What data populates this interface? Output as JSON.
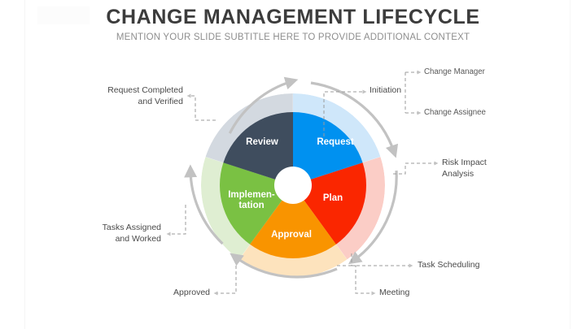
{
  "header": {
    "title": "CHANGE MANAGEMENT LIFECYCLE",
    "subtitle": "MENTION YOUR SLIDE SUBTITLE HERE TO PROVIDE ADDITIONAL CONTEXT"
  },
  "chart_data": {
    "type": "pie",
    "title": "CHANGE MANAGEMENT LIFECYCLE",
    "subtitle": "MENTION YOUR SLIDE SUBTITLE HERE TO PROVIDE ADDITIONAL CONTEXT",
    "legend": "none",
    "grid": false,
    "start_angle_deg": 0,
    "direction": "clockwise",
    "categories": [
      "Request",
      "Plan",
      "Approval",
      "Implementation",
      "Review"
    ],
    "values": [
      20,
      20,
      20,
      20,
      20
    ],
    "colors": [
      "#0091f0",
      "#fa2600",
      "#f99400",
      "#7ac143",
      "#3f4d5e"
    ],
    "ring_colors": [
      "#cfe7fa",
      "#fbcdc6",
      "#fde3bd",
      "#dfeed2",
      "#d3d9e0"
    ],
    "center_hub_color": "#ffffff",
    "arrow_color": "#c9c9c9"
  },
  "wheel": {
    "segments": [
      {
        "label": "Request",
        "color": "#0091f0",
        "ring_color": "#cfe7fa"
      },
      {
        "label": "Plan",
        "color": "#fa2600",
        "ring_color": "#fbcdc6"
      },
      {
        "label": "Approval",
        "color": "#f99400",
        "ring_color": "#fde3bd"
      },
      {
        "label": "Implementation",
        "label_line1": "Implemen-",
        "label_line2": "tation",
        "color": "#7ac143",
        "ring_color": "#dfeed2"
      },
      {
        "label": "Review",
        "color": "#3f4d5e",
        "ring_color": "#d3d9e0"
      }
    ]
  },
  "callouts": {
    "initiation": "Initiation",
    "change_manager": "Change Manager",
    "change_assignee": "Change Assignee",
    "risk_impact_analysis": "Risk Impact\nAnalysis",
    "task_scheduling": "Task Scheduling",
    "meeting": "Meeting",
    "approved": "Approved",
    "tasks_assigned": "Tasks Assigned\nand Worked",
    "request_completed": "Request Completed\nand Verified"
  }
}
